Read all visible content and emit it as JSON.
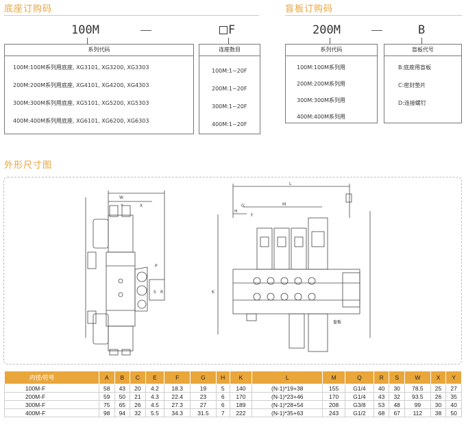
{
  "base_section": {
    "title": "底座订购码",
    "code_main": "100M",
    "code_suffix": "F",
    "series_box": {
      "header": "系列代码",
      "rows": [
        "100M:100M系列用底座, XG3101, XG3200, XG3303",
        "200M:200M系列用底座, XG4101, XG4200, XG4303",
        "300M:300M系列用底座, XG5101, XG5200, XG5303",
        "400M:400M系列用底座, XG6101, XG6200, XG6303"
      ]
    },
    "count_box": {
      "header": "连座数目",
      "rows": [
        "100M:1~20F",
        "200M:1~20F",
        "300M:1~20F",
        "400M:1~20F"
      ]
    }
  },
  "plate_section": {
    "title": "盲板订购码",
    "code_main": "200M",
    "code_suffix": "B",
    "series_box": {
      "header": "系列代码",
      "rows": [
        "100M:100M系列用",
        "200M:200M系列用",
        "300M:300M系列用",
        "400M:400M系列用"
      ]
    },
    "type_box": {
      "header": "盲板代号",
      "rows": [
        "B:底座用盲板",
        "C:密封垫片",
        "D:连接螺钉"
      ]
    }
  },
  "dimension_section": {
    "title": "外形尺寸图",
    "labels": {
      "w": "W",
      "y": "Y",
      "x": "X",
      "p": "P",
      "s": "S",
      "r": "R",
      "l": "L",
      "m": "M",
      "g": "G",
      "h": "H",
      "f": "F",
      "k": "K",
      "blind": "盲板"
    }
  },
  "spec_table": {
    "headers": [
      "内径/符号",
      "A",
      "B",
      "C",
      "E",
      "F",
      "G",
      "H",
      "K",
      "L",
      "M",
      "Q",
      "R",
      "S",
      "W",
      "X",
      "Y"
    ],
    "rows": [
      [
        "100M-F",
        "58",
        "43",
        "20",
        "4.2",
        "18.3",
        "19",
        "5",
        "140",
        "(N-1)*19+38",
        "155",
        "G1/4",
        "40",
        "30",
        "78.5",
        "25",
        "27"
      ],
      [
        "200M-F",
        "59",
        "50",
        "21",
        "4.3",
        "22.4",
        "23",
        "6",
        "170",
        "(N-1)*23+46",
        "170",
        "G1/4",
        "43",
        "32",
        "93.5",
        "26",
        "35"
      ],
      [
        "300M-F",
        "75",
        "65",
        "26",
        "4.5",
        "27.3",
        "27",
        "6",
        "189",
        "(N-1)*28+54",
        "208",
        "G3/8",
        "53",
        "48",
        "99",
        "30",
        "40"
      ],
      [
        "400M-F",
        "98",
        "94",
        "32",
        "5.5",
        "34.3",
        "31.5",
        "7",
        "222",
        "(N-1)*35+63",
        "243",
        "G1/2",
        "68",
        "67",
        "112",
        "38",
        "50"
      ]
    ]
  },
  "colors": {
    "accent": "#e9a63a",
    "line": "#777777"
  }
}
